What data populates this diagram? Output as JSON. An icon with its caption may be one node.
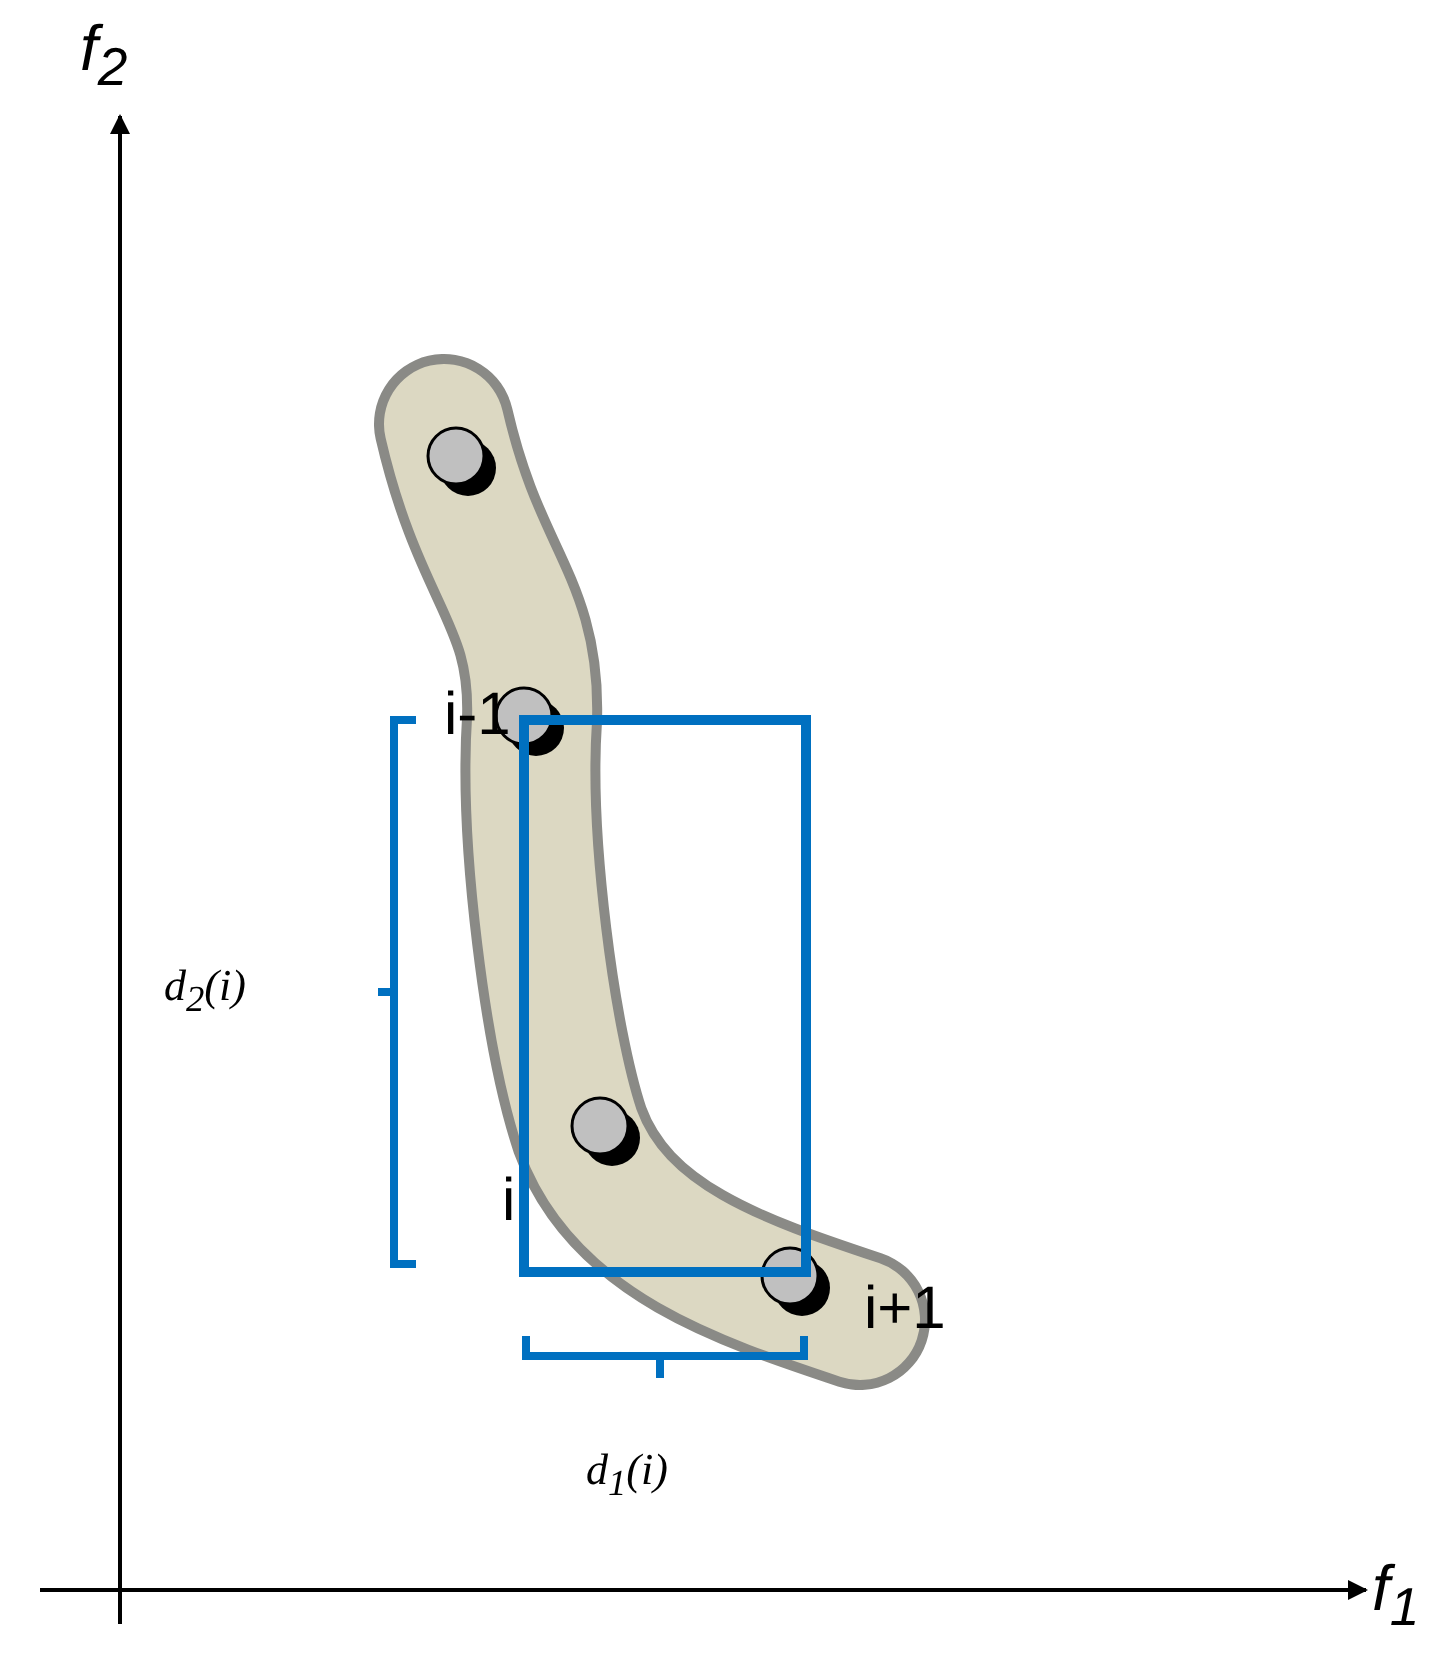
{
  "diagram": {
    "labels": [
      "f$_{2}$",
      "i-1",
      "d$_{2}$(i)",
      "i",
      "i+1",
      "d$_{1}$(i)",
      "f$_{1}$"
    ]
  }
}
